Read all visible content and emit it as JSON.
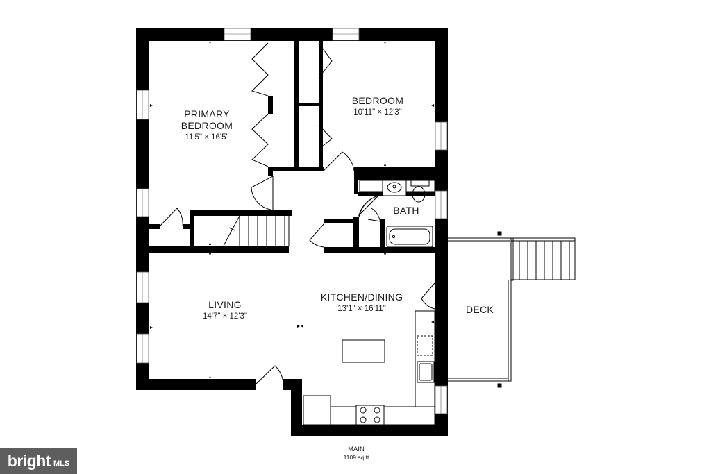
{
  "rooms": {
    "primary_bedroom": {
      "label_line1": "PRIMARY",
      "label_line2": "BEDROOM",
      "dims": "11'5\" × 16'5\""
    },
    "bedroom": {
      "label": "BEDROOM",
      "dims": "10'11\" × 12'3\""
    },
    "bath": {
      "label": "BATH"
    },
    "living": {
      "label": "LIVING",
      "dims": "14'7\" × 12'3\""
    },
    "kitchen_dining": {
      "label": "KITCHEN/DINING",
      "dims": "13'1\" × 16'11\""
    },
    "deck": {
      "label": "DECK"
    }
  },
  "floor": {
    "name": "MAIN",
    "area": "1109 sq ft"
  },
  "watermark": {
    "brand": "bright",
    "suffix": "MLS"
  },
  "colors": {
    "wall": "#000000",
    "background": "#ffffff",
    "watermark_bg": "#5e5e5e"
  }
}
